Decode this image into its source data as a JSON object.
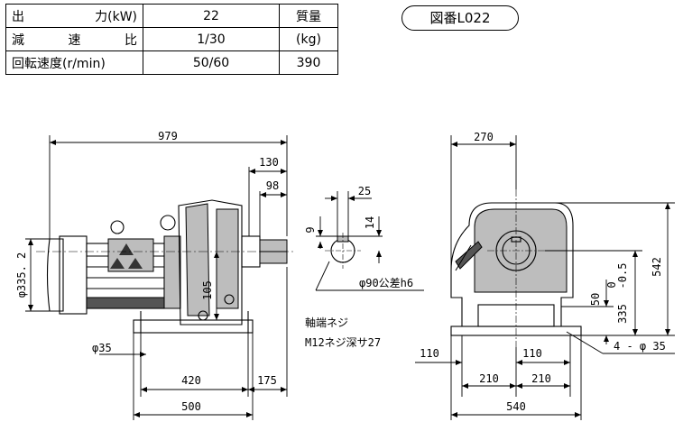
{
  "spec_table": {
    "output_label": [
      "出",
      "力(kW)"
    ],
    "output_value": "22",
    "mass_header": "質量",
    "ratio_label": [
      "減",
      "速",
      "比"
    ],
    "ratio_value": "1/30",
    "mass_unit": "(kg)",
    "speed_label": "回転速度(r/min)",
    "speed_value": "50/60",
    "mass_value": "390"
  },
  "drawing_number": "図番L022",
  "dimensions": {
    "overall_length": "979",
    "shaft_total": "130",
    "shaft_length": "98",
    "motor_diameter": "φ335. 2",
    "center_height_left": "105",
    "foot_hole": "φ35",
    "base_420": "420",
    "base_175": "175",
    "base_500": "500",
    "key_width": "25",
    "key_depth": "9",
    "key_height": "14",
    "shaft_diameter": "φ90公差h6",
    "end_thread_line1": "軸端ネジ",
    "end_thread_line2": "M12ネジ深サ27",
    "side_width": "270",
    "side_height": "542",
    "side_50": "50",
    "center_height": "335",
    "tol_upper": "0",
    "tol_lower": "-0.5",
    "left_110": "110",
    "left_210": "210",
    "right_110": "110",
    "right_210": "210",
    "total_540": "540",
    "holes": "4 - φ 35"
  }
}
